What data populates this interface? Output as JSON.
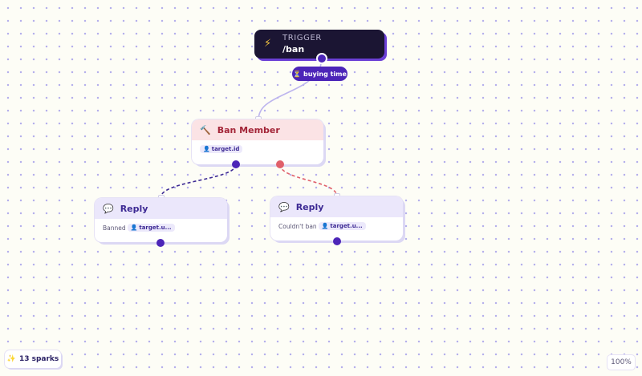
{
  "trigger": {
    "icon": "⚡",
    "kind_label": "TRIGGER",
    "command": "/ban"
  },
  "status_pill": {
    "icon": "⏳",
    "label": "buying time"
  },
  "nodes": {
    "ban_member": {
      "icon": "🔨",
      "title": "Ban Member",
      "chip_icon": "👤",
      "chip": "target.id"
    },
    "reply_success": {
      "icon": "💬",
      "title": "Reply",
      "text": "Banned",
      "chip_icon": "👤",
      "chip": "target.u..."
    },
    "reply_failure": {
      "icon": "💬",
      "title": "Reply",
      "text": "Couldn't ban",
      "chip_icon": "👤",
      "chip": "target.u..."
    }
  },
  "footer": {
    "sparks_icon": "✨",
    "sparks_label": "13 sparks",
    "zoom": "100%"
  },
  "colors": {
    "accent": "#4c25b8",
    "error": "#e0606b",
    "trigger_bg": "#1b1533",
    "node_header_danger": "#fbe3e5",
    "node_header_action": "#ebe7fb"
  }
}
